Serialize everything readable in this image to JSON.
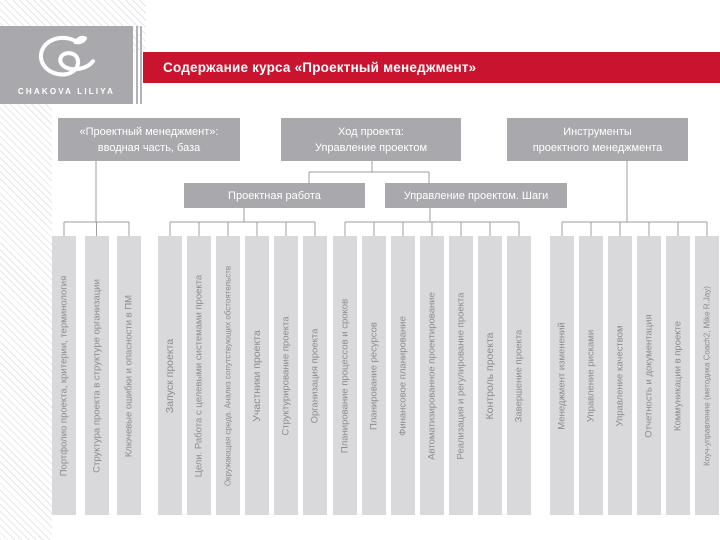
{
  "logo": {
    "brand": "CHAKOVA LILIYA"
  },
  "banner": {
    "title": "Содержание курса «Проектный менеджмент»"
  },
  "top_boxes": [
    {
      "line1": "«Проектный менеджмент»:",
      "line2": "вводная часть, база"
    },
    {
      "line1": "Ход проекта:",
      "line2": "Управление проектом"
    },
    {
      "line1": "Инструменты",
      "line2": "проектного менеджмента"
    }
  ],
  "section_headers": [
    {
      "label": "Проектная работа"
    },
    {
      "label": "Управление проектом. Шаги"
    }
  ],
  "groups": [
    {
      "parent": "module-box-intro",
      "items": [
        "Портфолио проекта, критерии, терминология",
        "Структура проекта в структуре организации",
        "Ключевые ошибки и опасности в ПМ"
      ]
    },
    {
      "parent": "section-header-project-work",
      "items": [
        "Запуск проекта",
        "Цели. Работа с целевыми системами проекта",
        "Окружающая среда. Анализ сопутствующих обстоятельств",
        "Участники проекта",
        "Структурирование проекта",
        "Организация проекта"
      ]
    },
    {
      "parent": "section-header-management-steps",
      "items": [
        "Планирование процессов и сроков",
        "Планирование ресурсов",
        "Финансовое планирование",
        "Автоматизированное проектирование",
        "Реализация и регулирование проекта",
        "Контроль проекта",
        "Завершение проекта"
      ]
    },
    {
      "parent": "module-box-tools",
      "items": [
        "Менеджмент изменений",
        "Управление рисками",
        "Управление качеством",
        "Отчетность и документация",
        "Коммуникации в проекте",
        "Коуч-управление (методика Coach2, Mike R.Jay)"
      ]
    }
  ],
  "colors": {
    "banner_red": "#c9132f",
    "box_gray": "#a9a9ad",
    "bar_gray": "#d9d9dc",
    "bar_text": "#8c8c90",
    "connector": "#9d9da1",
    "text_on_gray": "#ffffff"
  }
}
